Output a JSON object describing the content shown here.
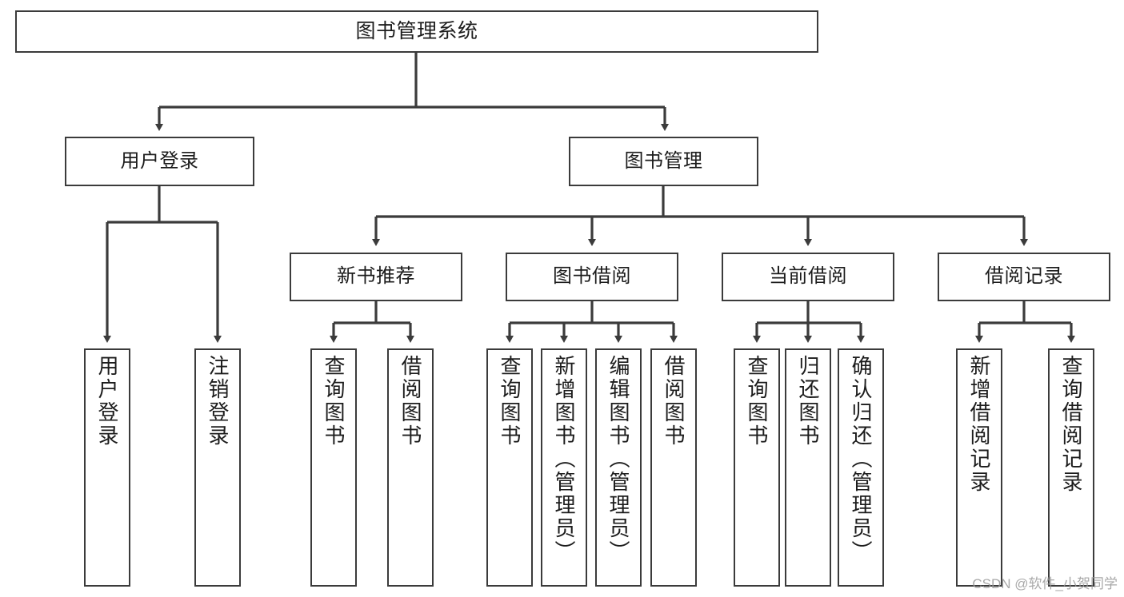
{
  "diagram": {
    "title": "图书管理系统",
    "root": {
      "id": "root",
      "label": "图书管理系统"
    },
    "level2": [
      {
        "id": "user-login",
        "label": "用户登录"
      },
      {
        "id": "book-manage",
        "label": "图书管理"
      }
    ],
    "level3": [
      {
        "id": "new-book-recommend",
        "label": "新书推荐"
      },
      {
        "id": "book-borrow",
        "label": "图书借阅"
      },
      {
        "id": "current-borrow",
        "label": "当前借阅"
      },
      {
        "id": "borrow-record",
        "label": "借阅记录"
      }
    ],
    "leaves": [
      {
        "id": "leaf-user-login",
        "label": "用户登录",
        "parent": "user-login"
      },
      {
        "id": "leaf-logout-login",
        "label": "注销登录",
        "parent": "user-login"
      },
      {
        "id": "leaf-query-book-1",
        "label": "查询图书",
        "parent": "new-book-recommend"
      },
      {
        "id": "leaf-borrow-book-1",
        "label": "借阅图书",
        "parent": "new-book-recommend"
      },
      {
        "id": "leaf-query-book-2",
        "label": "查询图书",
        "parent": "book-borrow"
      },
      {
        "id": "leaf-add-book",
        "label": "新增图书（管理员）",
        "parent": "book-borrow"
      },
      {
        "id": "leaf-edit-book",
        "label": "编辑图书（管理员）",
        "parent": "book-borrow"
      },
      {
        "id": "leaf-borrow-book-2",
        "label": "借阅图书",
        "parent": "book-borrow"
      },
      {
        "id": "leaf-query-book-3",
        "label": "查询图书",
        "parent": "current-borrow"
      },
      {
        "id": "leaf-return-book",
        "label": "归还图书",
        "parent": "current-borrow"
      },
      {
        "id": "leaf-confirm-return",
        "label": "确认归还（管理员）",
        "parent": "current-borrow"
      },
      {
        "id": "leaf-add-record",
        "label": "新增借阅记录",
        "parent": "borrow-record"
      },
      {
        "id": "leaf-query-record",
        "label": "查询借阅记录",
        "parent": "borrow-record"
      }
    ],
    "watermark": "CSDN @软件_小贺同学",
    "colors": {
      "stroke": "#3b3b3b",
      "text": "#1c1c1c",
      "background": "#ffffff",
      "watermark": "#9a9a9a"
    }
  }
}
